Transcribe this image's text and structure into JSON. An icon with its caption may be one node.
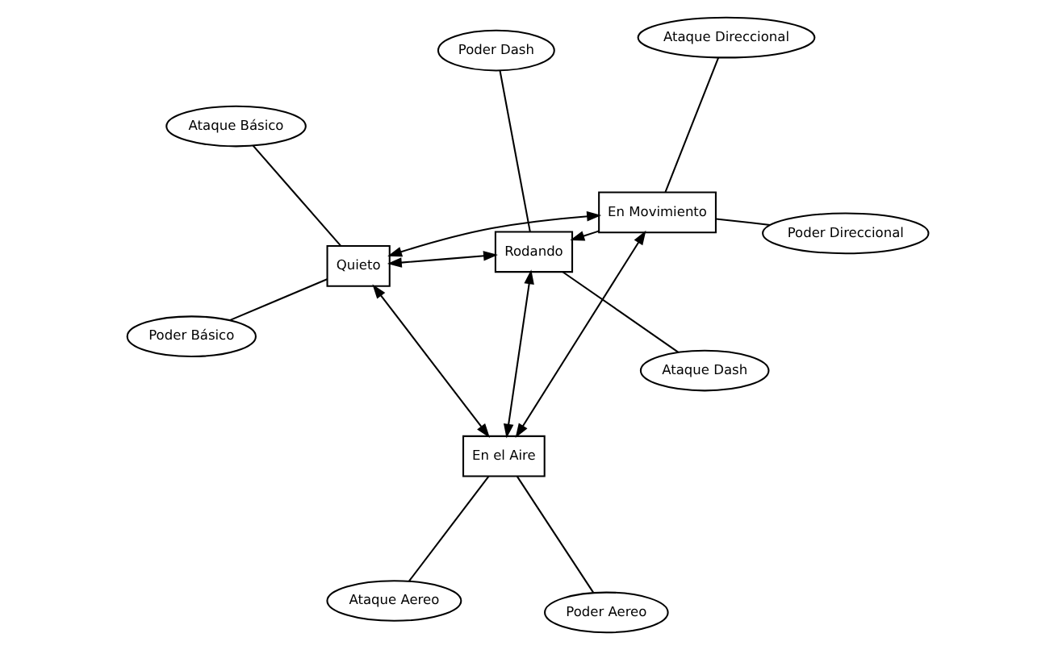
{
  "diagram": {
    "nodes": [
      {
        "text": [
          "Ataque Aereo"
        ]
      },
      {
        "text": [
          "Poder Aereo"
        ]
      },
      {
        "text": [
          "En el Aire"
        ]
      },
      {
        "text": [
          "Ataque Básico"
        ]
      },
      {
        "text": [
          "Ataque Direccional"
        ]
      },
      {
        "text": [
          "En Movimiento"
        ]
      },
      {
        "text": [
          "Quieto"
        ]
      },
      {
        "text": [
          "Poder Direccional"
        ]
      },
      {
        "text": [
          "Poder Básico"
        ]
      },
      {
        "text": [
          "Rodando"
        ]
      },
      {
        "text": [
          "Ataque Dash"
        ]
      },
      {
        "text": [
          "Poder Dash"
        ]
      }
    ],
    "edges": [
      {
        "from": 0,
        "to": 2,
        "arrow": "none"
      },
      {
        "from": 1,
        "to": 2,
        "arrow": "none"
      },
      {
        "from": 3,
        "to": 6,
        "arrow": "none"
      },
      {
        "from": 4,
        "to": 5,
        "arrow": "none"
      },
      {
        "from": 7,
        "to": 5,
        "arrow": "none"
      },
      {
        "from": 8,
        "to": 6,
        "arrow": "none"
      },
      {
        "from": 10,
        "to": 9,
        "arrow": "none"
      },
      {
        "from": 11,
        "to": 9,
        "arrow": "none"
      },
      {
        "from": 2,
        "to": 5,
        "arrow": "both"
      },
      {
        "from": 2,
        "to": 6,
        "arrow": "both"
      },
      {
        "from": 5,
        "to": 6,
        "arrow": "both"
      },
      {
        "from": 2,
        "to": 9,
        "arrow": "both"
      },
      {
        "from": 5,
        "to": 9,
        "arrow": "to"
      },
      {
        "from": 6,
        "to": 9,
        "arrow": "both"
      }
    ]
  }
}
